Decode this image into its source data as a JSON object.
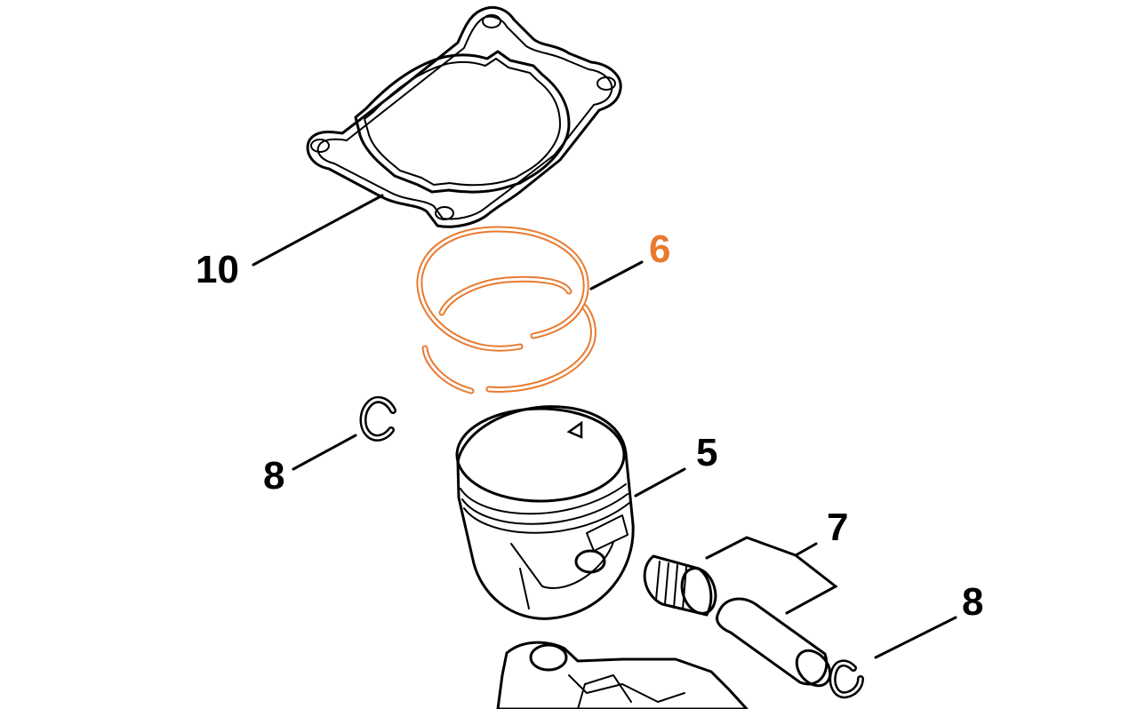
{
  "diagram": {
    "highlight_color": "#e87a2e",
    "line_color": "#000000",
    "background": "#ffffff",
    "callouts": [
      {
        "id": "gasket",
        "label": "10",
        "highlighted": false
      },
      {
        "id": "piston-rings",
        "label": "6",
        "highlighted": true
      },
      {
        "id": "circlip-left",
        "label": "8",
        "highlighted": false
      },
      {
        "id": "piston",
        "label": "5",
        "highlighted": false
      },
      {
        "id": "bearing-pin",
        "label": "7",
        "highlighted": false
      },
      {
        "id": "circlip-right",
        "label": "8",
        "highlighted": false
      }
    ]
  }
}
